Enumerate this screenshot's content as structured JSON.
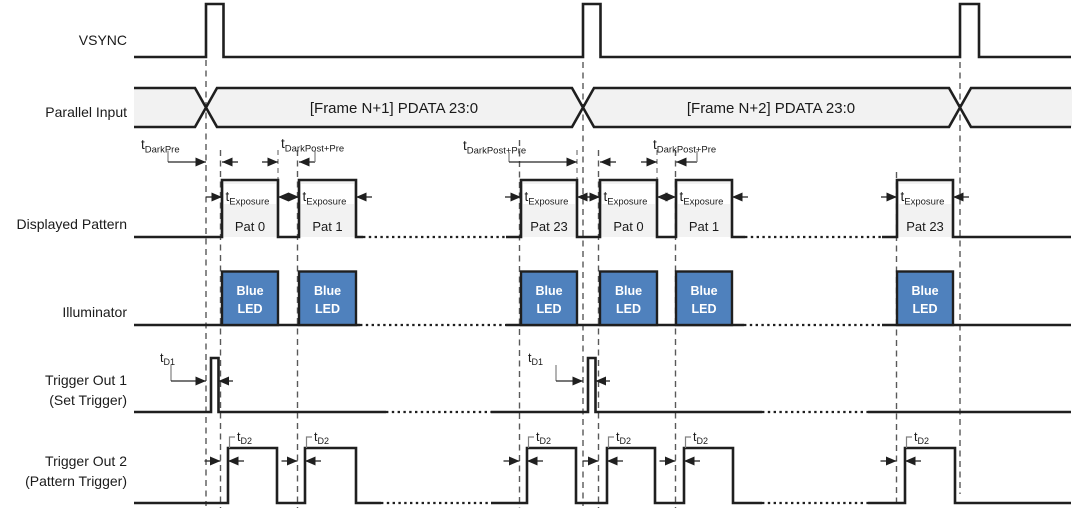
{
  "signals": {
    "vsync": "VSYNC",
    "parallel_input": "Parallel Input",
    "displayed_pattern": "Displayed Pattern",
    "illuminator": "Illuminator",
    "trigger_out_1": "Trigger Out 1",
    "trigger_out_1_sub": "(Set Trigger)",
    "trigger_out_2": "Trigger Out 2",
    "trigger_out_2_sub": "(Pattern Trigger)"
  },
  "bus": {
    "frame_n1": "[Frame N+1] PDATA 23:0",
    "frame_n2": "[Frame N+2] PDATA 23:0"
  },
  "patterns": [
    "Pat 0",
    "Pat 1",
    "Pat 23",
    "Pat 0",
    "Pat 1",
    "Pat 23"
  ],
  "led": {
    "line1": "Blue",
    "line2": "LED"
  },
  "timing_labels": {
    "prefix": "t",
    "dark_pre": "DarkPre",
    "dark_post_pre": "DarkPost+Pre",
    "exposure": "Exposure",
    "d1": "D1",
    "d2": "D2"
  },
  "colors": {
    "led_blue": "#4f81bd",
    "bus_fill": "#f2f2f2",
    "pattern_fill": "#f2f2f2",
    "line_dark": "#1f1f1f",
    "dashed_gray": "#595959",
    "leader_gray": "#808080"
  }
}
